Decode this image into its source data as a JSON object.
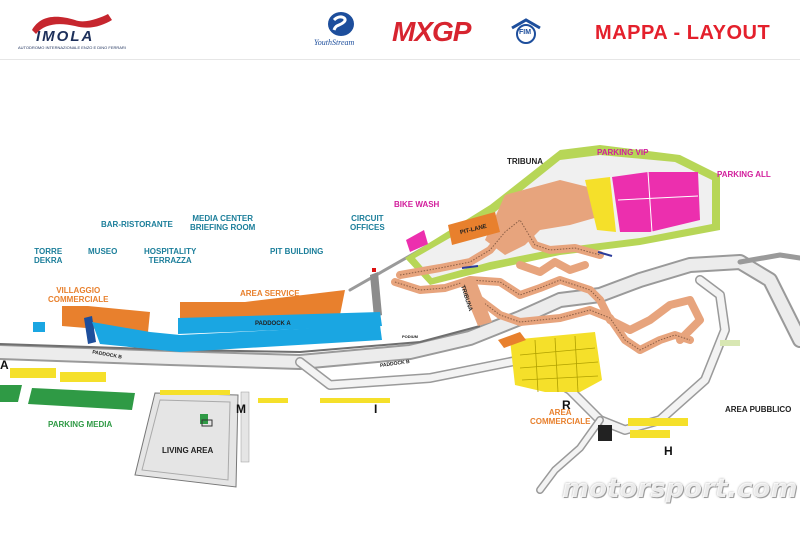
{
  "header": {
    "title": "MAPPA - LAYOUT",
    "imola_logo_text": "IMOLA",
    "imola_logo_subtext": "AUTODROMO INTERNAZIONALE ENZO E DINO FERRARI",
    "youthstream_logo_text": "YouthStream",
    "mxgp_logo_text": "MXGP",
    "fim_logo_text": "FIM"
  },
  "labels": {
    "tribuna_top": "TRIBUNA",
    "parking_vip": "PARKING VIP",
    "parking_all": "PARKING ALL",
    "bike_wash": "BIKE WASH",
    "pit_lane": "PIT-LANE",
    "tribuna_vertical": "TRIBUNA",
    "circuit_offices_1": "CIRCUIT",
    "circuit_offices_2": "OFFICES",
    "media_center_1": "MEDIA CENTER",
    "media_center_2": "BRIEFING ROOM",
    "bar_ristorante": "BAR-RISTORANTE",
    "torre_dekra_1": "TORRE",
    "torre_dekra_2": "DEKRA",
    "museo": "MUSEO",
    "hospitality_1": "HOSPITALITY",
    "hospitality_2": "TERRAZZA",
    "pit_building": "PIT BUILDING",
    "villaggio_1": "VILLAGGIO",
    "villaggio_2": "COMMERCIALE",
    "area_service": "AREA SERVICE",
    "paddock_a": "PADDOCK A",
    "paddock_b_left": "PADDOCK B",
    "paddock_b_right": "PADDOCK B",
    "podium": "PODIUM",
    "area_commerciale_1": "AREA",
    "area_commerciale_2": "COMMERCIALE",
    "area_pubblico": "AREA PUBBLICO",
    "parking_media": "PARKING MEDIA",
    "living_area": "LIVING AREA"
  },
  "letters": {
    "a": "A",
    "m": "M",
    "i": "I",
    "r": "R",
    "h": "H"
  },
  "watermark": "motorsport.com",
  "colors": {
    "title_red": "#e4202c",
    "teal": "#1b7e9a",
    "orange": "#e8802d",
    "magenta": "#d21e9c",
    "green_grass": "#2f9a45",
    "track_tan": "#e7a47d",
    "paddock_blue": "#1aa6e2",
    "yellow": "#f5e02a",
    "lime": "#b7d657"
  }
}
